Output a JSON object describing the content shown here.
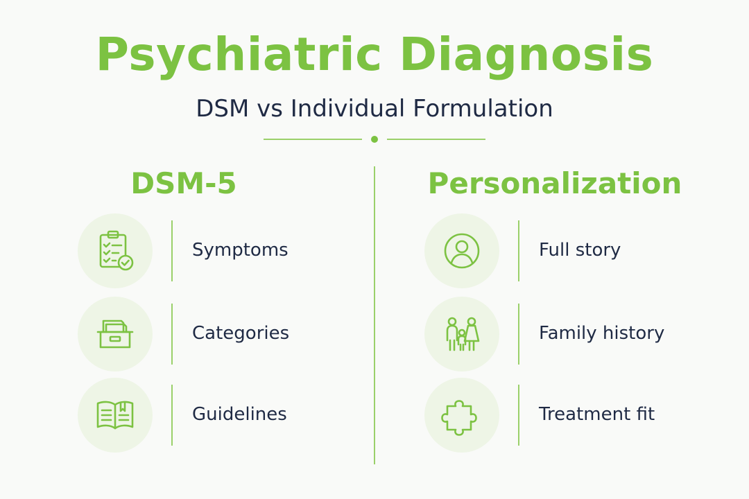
{
  "header": {
    "title": "Psychiatric Diagnosis",
    "subtitle": "DSM vs Individual Formulation"
  },
  "colors": {
    "accent": "#7cc242",
    "text": "#1f2a44",
    "icon_bg": "#eef5e6",
    "line": "#9ad06a"
  },
  "left": {
    "heading": "DSM-5",
    "items": [
      {
        "label": "Symptoms",
        "icon": "clipboard-check-icon"
      },
      {
        "label": "Categories",
        "icon": "file-drawer-icon"
      },
      {
        "label": "Guidelines",
        "icon": "open-book-icon"
      }
    ]
  },
  "right": {
    "heading": "Personalization",
    "items": [
      {
        "label": "Full story",
        "icon": "person-icon"
      },
      {
        "label": "Family history",
        "icon": "family-icon"
      },
      {
        "label": "Treatment fit",
        "icon": "puzzle-piece-icon"
      }
    ]
  }
}
